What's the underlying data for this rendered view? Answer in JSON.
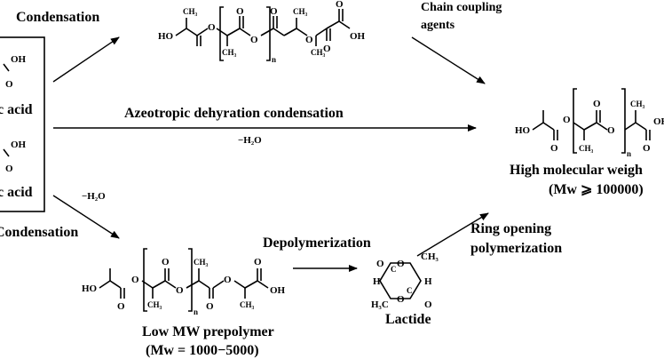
{
  "left_box": {
    "frag_oh_1": "OH",
    "frag_o_1": "O",
    "acid_1": "c acid",
    "frag_oh_2": "OH",
    "frag_o_2": "O",
    "acid_2": "c acid"
  },
  "routes": {
    "top_condensation": "Condensation",
    "chain_coupling_1": "Chain coupling",
    "chain_coupling_2": "agents",
    "azeotropic": "Azeotropic dehyration condensation",
    "minus_h2o_mid": "−H₂O",
    "minus_h2o_low": "−H₂O",
    "bottom_condensation": "Condensation",
    "depolymerization": "Depolymerization",
    "ring_opening_1": "Ring opening",
    "ring_opening_2": "polymerization"
  },
  "structures": {
    "ho": "HO",
    "oh": "OH",
    "o": "O",
    "ch3": "CH₃",
    "ch3_left": "H₃C",
    "h": "H",
    "c": "C",
    "n": "n"
  },
  "products": {
    "high_mw_1": "High molecular weigh",
    "high_mw_2": "(Mw ⩾ 100000)",
    "low_mw_1": "Low MW prepolymer",
    "low_mw_2": "(Mw = 1000−5000)",
    "lactide": "Lactide"
  }
}
